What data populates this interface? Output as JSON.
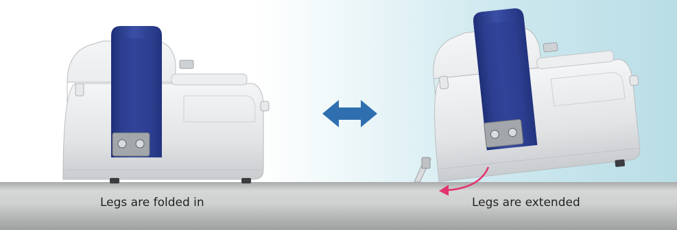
{
  "captions": {
    "left": "Legs are folded in",
    "right": "Legs are extended"
  },
  "colors": {
    "body": "#e4e6e7",
    "band": "#2e3f8f",
    "arrow": "#2f6fb0",
    "curve": "#e2336d"
  },
  "icons": {
    "swap": "double-headed-arrow",
    "unfold": "curved-arrow"
  }
}
